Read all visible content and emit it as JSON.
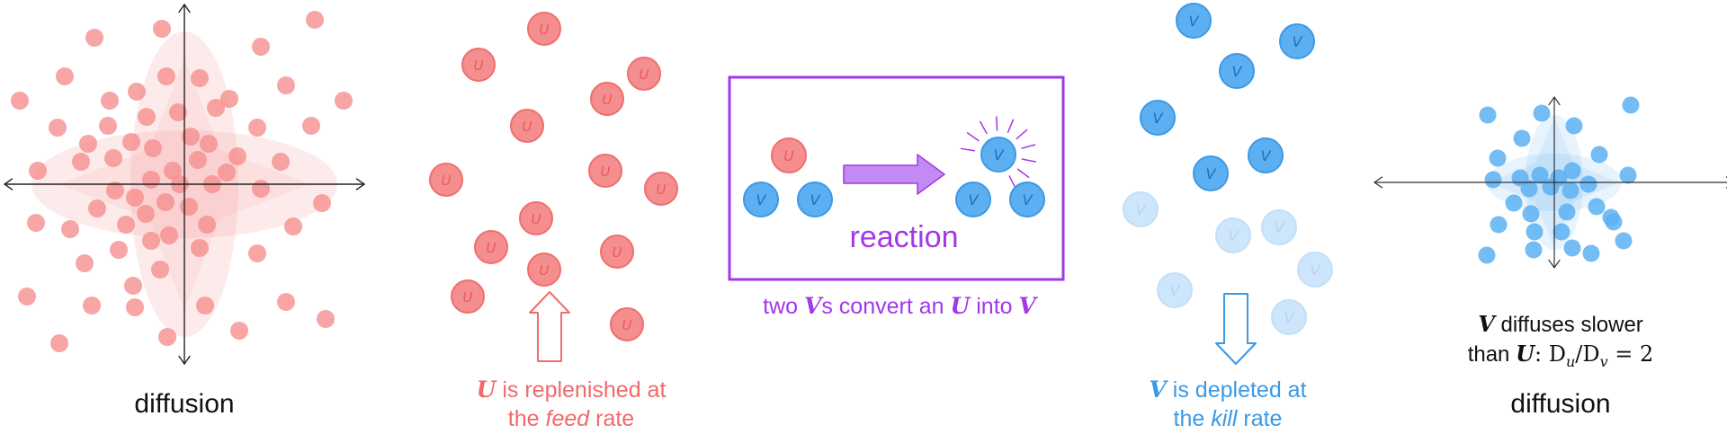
{
  "particle_letters": {
    "u": "U",
    "v": "V"
  },
  "colors": {
    "u_fill": "#f58e8e",
    "u_stroke": "#ef6f6f",
    "u_text": "#ee5a5a",
    "v_fill": "#5cb0f2",
    "v_stroke": "#3d98e6",
    "v_text": "#1f6fc0",
    "purple": "#a238e8",
    "arrow_fill": "#c48af3",
    "red_text": "#f06a6a",
    "blue_text": "#3a9ae8"
  },
  "panels": {
    "u_diffusion": {
      "label": "diffusion"
    },
    "u_feed": {
      "caption_var": "U",
      "caption_line1": " is replenished at",
      "caption_line2_a": "the ",
      "caption_line2_b": "feed",
      "caption_line2_c": " rate"
    },
    "reaction": {
      "label": "reaction",
      "caption_a": "two ",
      "caption_var1": "V",
      "caption_b": "s convert an ",
      "caption_var2": "U",
      "caption_c": " into ",
      "caption_var3": "V"
    },
    "v_kill": {
      "caption_var": "V",
      "caption_line1": " is depleted at",
      "caption_line2_a": "the ",
      "caption_line2_b": "kill",
      "caption_line2_c": " rate"
    },
    "v_diffusion": {
      "note_var1": "V",
      "note_line1": " diffuses slower",
      "note_line2_a": "than ",
      "note_var2": "U",
      "note_math": ": D",
      "note_sub_u": "u",
      "note_slash": "/D",
      "note_sub_v": "v",
      "note_eq": " = 2",
      "label": "diffusion"
    }
  }
}
